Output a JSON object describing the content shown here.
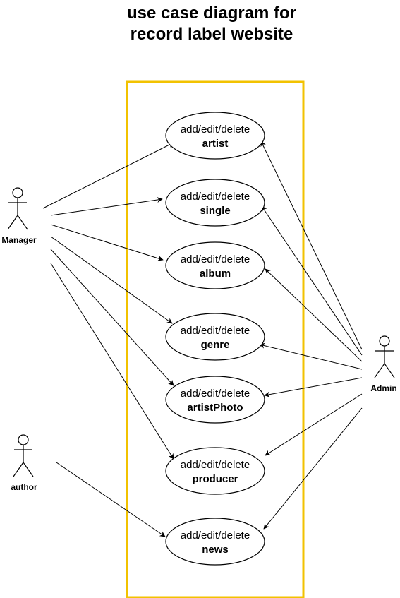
{
  "title": {
    "line1": "use case diagram for",
    "line2": "record label website"
  },
  "colors": {
    "system_boundary": "#F2C200",
    "stroke": "#000000"
  },
  "actors": [
    {
      "id": "manager",
      "label": "Manager"
    },
    {
      "id": "author",
      "label": "author"
    },
    {
      "id": "admin",
      "label": "Admin"
    }
  ],
  "use_cases": [
    {
      "id": "artist",
      "action": "add/edit/delete",
      "entity": "artist"
    },
    {
      "id": "single",
      "action": "add/edit/delete",
      "entity": "single"
    },
    {
      "id": "album",
      "action": "add/edit/delete",
      "entity": "album"
    },
    {
      "id": "genre",
      "action": "add/edit/delete",
      "entity": "genre"
    },
    {
      "id": "artistPhoto",
      "action": "add/edit/delete",
      "entity": "artistPhoto"
    },
    {
      "id": "producer",
      "action": "add/edit/delete",
      "entity": "producer"
    },
    {
      "id": "news",
      "action": "add/edit/delete",
      "entity": "news"
    }
  ],
  "associations": [
    {
      "from": "manager",
      "to": "artist"
    },
    {
      "from": "manager",
      "to": "single"
    },
    {
      "from": "manager",
      "to": "album"
    },
    {
      "from": "manager",
      "to": "genre"
    },
    {
      "from": "manager",
      "to": "artistPhoto"
    },
    {
      "from": "manager",
      "to": "producer"
    },
    {
      "from": "author",
      "to": "news"
    },
    {
      "from": "admin",
      "to": "artist"
    },
    {
      "from": "admin",
      "to": "single"
    },
    {
      "from": "admin",
      "to": "album"
    },
    {
      "from": "admin",
      "to": "genre"
    },
    {
      "from": "admin",
      "to": "artistPhoto"
    },
    {
      "from": "admin",
      "to": "producer"
    },
    {
      "from": "admin",
      "to": "news"
    }
  ]
}
